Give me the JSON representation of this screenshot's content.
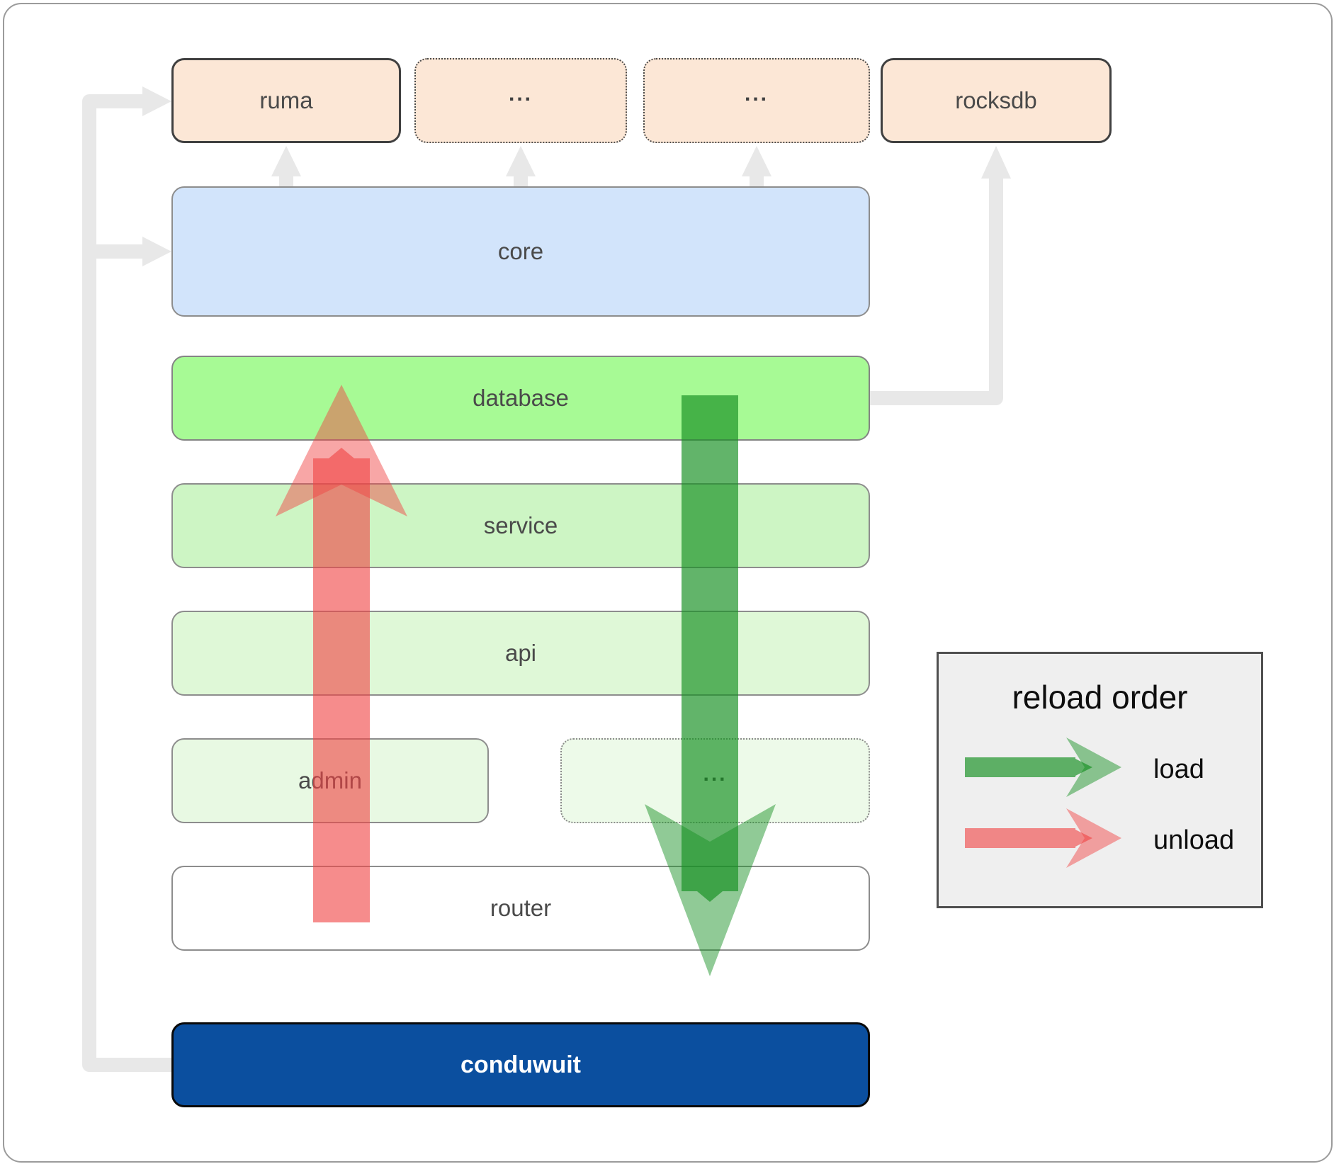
{
  "diagram": {
    "top_row": [
      {
        "label": "ruma",
        "border": "solid"
      },
      {
        "label": "...",
        "border": "dotted"
      },
      {
        "label": "...",
        "border": "dotted"
      },
      {
        "label": "rocksdb",
        "border": "solid"
      }
    ],
    "layers": [
      {
        "label": "core"
      },
      {
        "label": "database"
      },
      {
        "label": "service"
      },
      {
        "label": "api"
      }
    ],
    "admin_row": [
      {
        "label": "admin",
        "border": "solid"
      },
      {
        "label": "...",
        "border": "dotted"
      }
    ],
    "router": {
      "label": "router"
    },
    "app": {
      "label": "conduwuit"
    }
  },
  "legend": {
    "title": "reload order",
    "items": [
      {
        "label": "load",
        "color": "#189123"
      },
      {
        "label": "unload",
        "color": "#f04646"
      }
    ]
  },
  "colors": {
    "box_peach": "#fce7d6",
    "box_core_blue": "#d2e4fb",
    "box_database_green": "#a7fa95",
    "box_service_green": "#cdf5c4",
    "box_api_green": "#dff8d7",
    "box_admin_green": "#e8f9e3",
    "box_admin_ellipsis_green": "#edfae9",
    "box_router_white": "#ffffff",
    "box_conduwuit_blue": "#0b4f9f",
    "arrow_load_green": "#189123",
    "arrow_unload_red": "#f04646",
    "connector_gray": "#e8e8e8",
    "legend_bg": "#efefef"
  }
}
